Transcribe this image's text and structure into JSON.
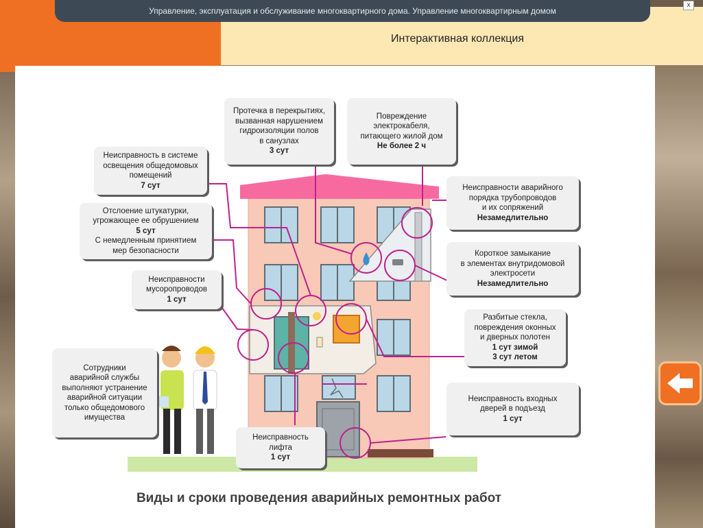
{
  "header": {
    "top_title": "Управление, эксплуатация и обслуживание многоквартирного дома. Управление многоквартирным домом",
    "collection_title": "Интерактивная коллекция"
  },
  "window": {
    "close_label": "x"
  },
  "cards": {
    "lighting": {
      "text": "Неисправность в системе\nосвещения общедомовых\nпомещений",
      "term": "7 сут"
    },
    "plaster": {
      "text": "Отслоение штукатурки,\nугрожающее ее обрушением",
      "term": "5 сут",
      "note": "С немедленным принятием\nмер безопасности"
    },
    "garbage": {
      "text": "Неисправности\nмусоропроводов",
      "term": "1 сут"
    },
    "staff": {
      "text": "Сотрудники\nаварийной службы\nвыполняют устранение\nаварийной ситуации\nтолько общедомового\nимущества"
    },
    "leak": {
      "text": "Протечка в перекрытиях,\nвызванная нарушением\nгидроизоляции полов\nв санузлах",
      "term": "3 сут"
    },
    "cable": {
      "text": "Повреждение\nэлектрокабеля,\nпитающего жилой дом",
      "term": "Не более 2 ч"
    },
    "pipes": {
      "text": "Неисправности  аварийного\nпорядка трубопроводов\nи их сопряжений",
      "term": "Незамедлительно"
    },
    "short": {
      "text": "Короткое замыкание\nв элементах внутридомовой\nэлектросети",
      "term": "Незамедлительно"
    },
    "glass": {
      "text": "Разбитые стекла,\nповреждения оконных\nи дверных полотен",
      "term": "1 сут зимой",
      "term2": "3 сут летом"
    },
    "doors": {
      "text": "Неисправность входных\nдверей в подъезд",
      "term": "1 сут"
    },
    "lift": {
      "text": "Неисправность\nлифта",
      "term": "1 сут"
    }
  },
  "caption": "Виды и сроки проведения аварийных ремонтных работ",
  "icons": {
    "back": "arrow-left-icon",
    "drop": "water-drop-icon",
    "plug": "plug-icon",
    "bulb": "lightbulb-icon"
  },
  "colors": {
    "accent_orange": "#ef7023",
    "header_dark": "#3d4a56",
    "cream": "#fde8b4",
    "callout_line": "#c01f8e",
    "building": "#f7c9b6",
    "roof": "#f76aa0"
  }
}
